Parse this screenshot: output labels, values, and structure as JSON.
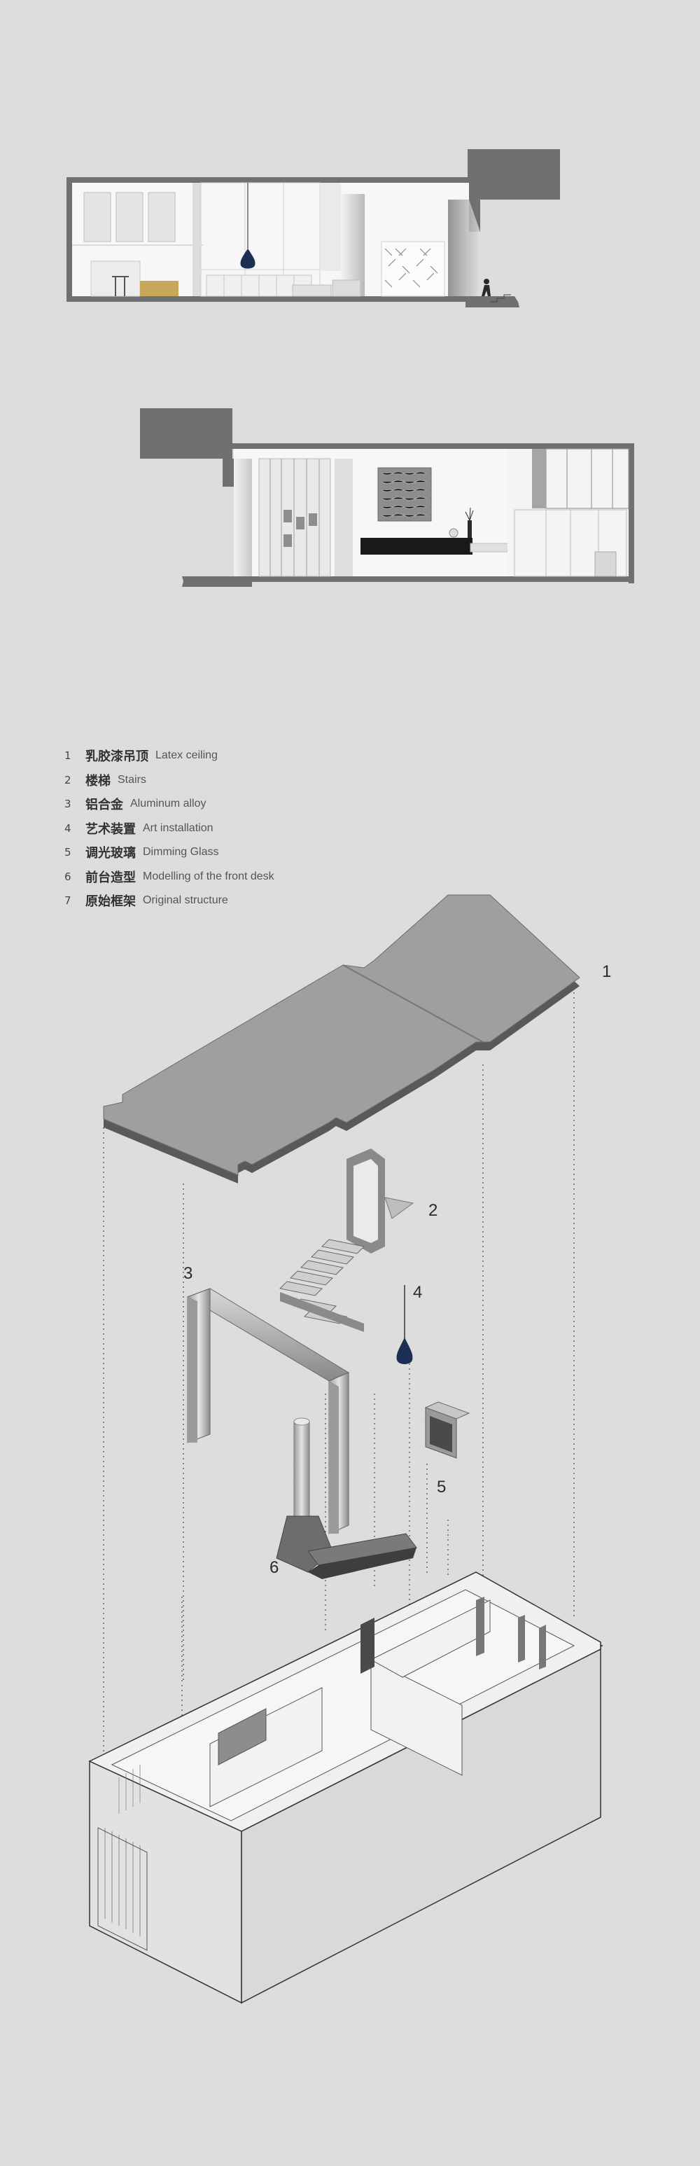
{
  "legend": [
    {
      "num": "1",
      "cn": "乳胶漆吊顶",
      "en": "Latex ceiling"
    },
    {
      "num": "2",
      "cn": "楼梯",
      "en": "Stairs"
    },
    {
      "num": "3",
      "cn": "铝合金",
      "en": "Aluminum alloy"
    },
    {
      "num": "4",
      "cn": "艺术装置",
      "en": "Art installation"
    },
    {
      "num": "5",
      "cn": "调光玻璃",
      "en": "Dimming Glass"
    },
    {
      "num": "6",
      "cn": "前台造型",
      "en": "Modelling of the front desk"
    },
    {
      "num": "7",
      "cn": "原始框架",
      "en": "Original structure"
    }
  ],
  "callouts": {
    "c1": "1",
    "c2": "2",
    "c3": "3",
    "c4": "4",
    "c5": "5",
    "c6": "6"
  },
  "colors": {
    "background": "#dededd",
    "wall_dark": "#6f6f6f",
    "lamp": "#1c2f52",
    "wood": "#c7a85a",
    "counter": "#1a1a1a"
  }
}
